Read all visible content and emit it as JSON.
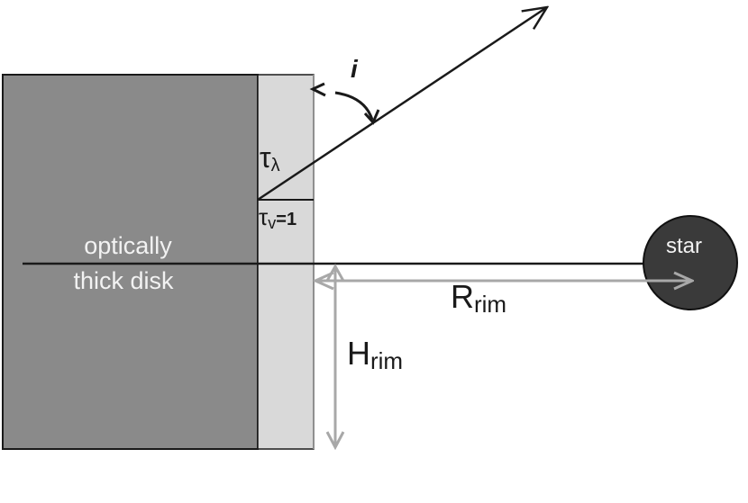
{
  "labels": {
    "inclination": "i",
    "tau_lambda": {
      "symbol": "τ",
      "sub": "λ"
    },
    "tau_v": {
      "symbol": "τ",
      "sub": "v",
      "tail": "=1"
    },
    "disk_line1": "optically",
    "disk_line2": "thick disk",
    "star": "star",
    "r_rim": {
      "main": "R",
      "sub": "rim"
    },
    "h_rim": {
      "main": "H",
      "sub": "rim"
    }
  },
  "colors": {
    "disk_fill": "#8a8a8a",
    "rim_fill": "#d9d9d9",
    "star_fill": "#3a3a3a",
    "line": "#1a1a1a",
    "dimension_arrow": "#a8a8a8",
    "label_on_dark": "#f2f2f2"
  }
}
